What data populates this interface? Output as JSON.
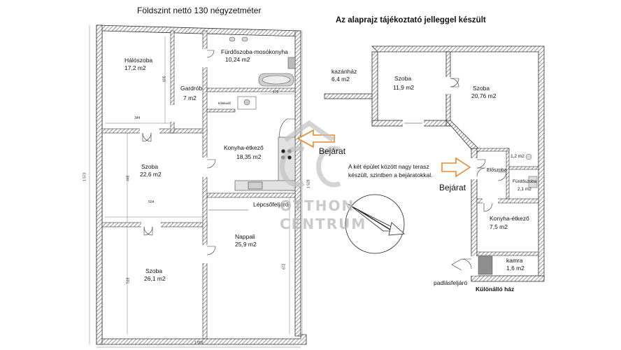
{
  "left_plan": {
    "title": "Földszint nettó 130 négyzetméter",
    "rooms": [
      {
        "name": "Hálószoba",
        "area": "17,2 m2"
      },
      {
        "name": "Gardrób",
        "area": "7 m2"
      },
      {
        "name": "Fürdőszoba-mosókonyha",
        "area": "10,24 m2"
      },
      {
        "name": "Szoba",
        "area": "22,6 m2"
      },
      {
        "name": "Konyha-étkező",
        "area": "18,35 m2"
      },
      {
        "name": "Nappali",
        "area": "25,9 m2"
      },
      {
        "name": "Szoba",
        "area": "26,1 m2"
      }
    ],
    "small_label": "kőlekedő",
    "stairs_label": "Lépcsőfeljáró",
    "entrance_label": "Bejárat",
    "dimensions": [
      "1 573",
      "1 009",
      "344",
      "504",
      "448",
      "518",
      "672",
      "175",
      "1 529",
      "605"
    ]
  },
  "right_plan": {
    "title": "Az alaprajz tájékoztató jelleggel készült",
    "rooms": [
      {
        "name": "kazánház",
        "area": "6,4 m2"
      },
      {
        "name": "Szoba",
        "area": "11,9 m2"
      },
      {
        "name": "Szoba",
        "area": "20,76 m2"
      },
      {
        "name": "Előszoba",
        "area": "1,2 m2"
      },
      {
        "name": "Fürdőszoba",
        "area": "2,1 m2"
      },
      {
        "name": "Konyha-étkező",
        "area": "7,5 m2"
      },
      {
        "name": "kamra",
        "area": "1,6 m2"
      }
    ],
    "note_line1": "A két épület között nagy terasz",
    "note_line2": "készült, szintben a bejáratokkal.",
    "entrance_label": "Bejárat",
    "attic_label": "padlásfeljáró",
    "house_label": "Különálló ház"
  },
  "watermark": {
    "logo": "OC",
    "line1": "OTTHON",
    "line2": "CENTRUM"
  },
  "colors": {
    "wall_hatch": "#8a8a8a",
    "arrow": "#e8892b",
    "watermark": "#b9b9b9",
    "kamra_fill": "#8f8f8f"
  }
}
